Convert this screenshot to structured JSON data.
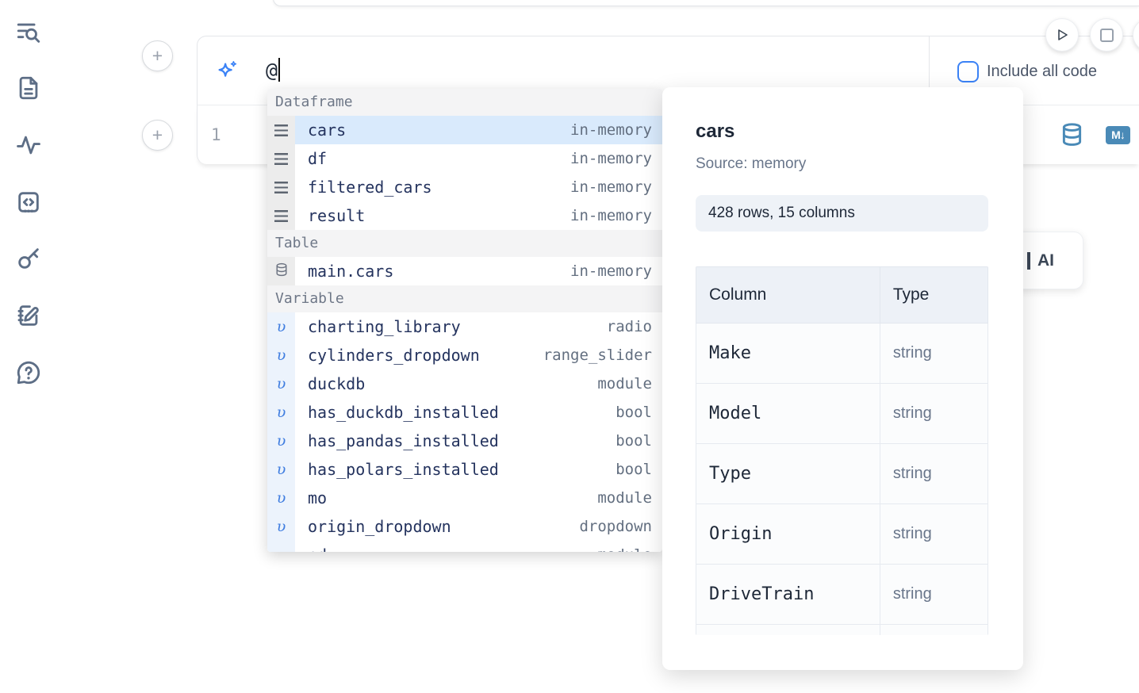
{
  "sidebar": {
    "icons": [
      "list-search-icon",
      "document-icon",
      "activity-icon",
      "code-snippets-icon",
      "key-icon",
      "scratchpad-icon",
      "help-icon"
    ]
  },
  "prompt_cell": {
    "icon": "ai-sparkle-icon",
    "input_value": "@",
    "include_all_code_label": "Include all code"
  },
  "run_controls": {
    "icons": [
      "play-icon",
      "stop-icon"
    ]
  },
  "code_cell": {
    "line_number": "1",
    "icons": [
      "database-icon",
      "markdown-icon"
    ],
    "markdown_badge": "M↓"
  },
  "autocomplete": {
    "sections": [
      {
        "label": "Dataframe",
        "kind": "dataframe",
        "items": [
          {
            "name": "cars",
            "type": "in-memory",
            "selected": true
          },
          {
            "name": "df",
            "type": "in-memory"
          },
          {
            "name": "filtered_cars",
            "type": "in-memory"
          },
          {
            "name": "result",
            "type": "in-memory"
          }
        ]
      },
      {
        "label": "Table",
        "kind": "table",
        "items": [
          {
            "name": "main.cars",
            "type": "in-memory"
          }
        ]
      },
      {
        "label": "Variable",
        "kind": "variable",
        "items": [
          {
            "name": "charting_library",
            "type": "radio"
          },
          {
            "name": "cylinders_dropdown",
            "type": "range_slider"
          },
          {
            "name": "duckdb",
            "type": "module"
          },
          {
            "name": "has_duckdb_installed",
            "type": "bool"
          },
          {
            "name": "has_pandas_installed",
            "type": "bool"
          },
          {
            "name": "has_polars_installed",
            "type": "bool"
          },
          {
            "name": "mo",
            "type": "module"
          },
          {
            "name": "origin_dropdown",
            "type": "dropdown"
          },
          {
            "name": "pd",
            "type": "module",
            "clipped": true
          }
        ]
      }
    ]
  },
  "ai_button": {
    "visible_label": "AI"
  },
  "preview": {
    "title": "cars",
    "source": "Source: memory",
    "shape": "428 rows, 15 columns",
    "table": {
      "headers": [
        "Column",
        "Type"
      ],
      "rows": [
        [
          "Make",
          "string"
        ],
        [
          "Model",
          "string"
        ],
        [
          "Type",
          "string"
        ],
        [
          "Origin",
          "string"
        ],
        [
          "DriveTrain",
          "string"
        ]
      ],
      "partial_row_visible": true
    }
  },
  "colors": {
    "accent_blue": "#3b82f6",
    "steel_blue_icons": "#4a8ab7",
    "selected_row": "#d9eafc",
    "slate_icon": "#5d6e86"
  }
}
